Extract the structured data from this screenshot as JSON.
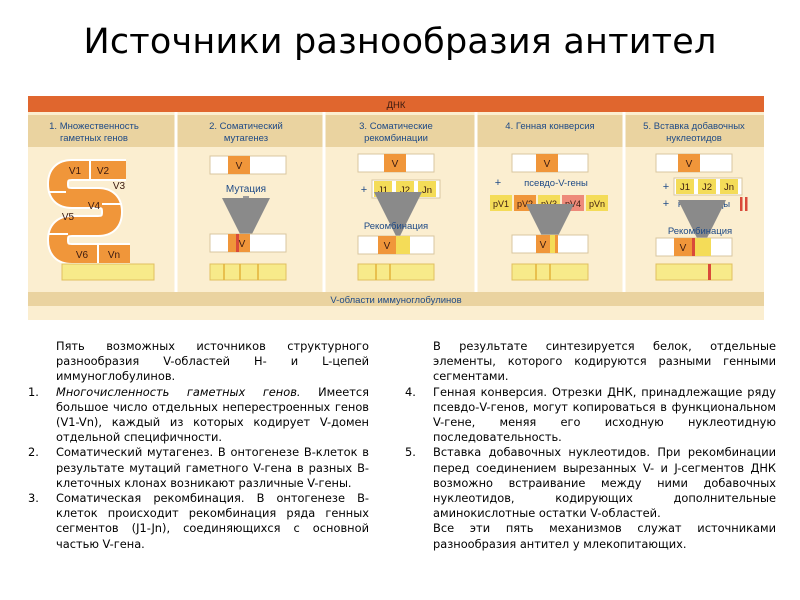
{
  "title": "Источники разнообразия антител",
  "figure": {
    "dna_label": "ДНК",
    "bottom_label": "V-области иммуноглобулинов",
    "colors": {
      "header_bar": "#e0662e",
      "panel_bg": "#fbeed0",
      "panel_header": "#ead3a0",
      "segment_orange": "#f0963a",
      "segment_red": "#d94a3a",
      "segment_yellow": "#f4dc58",
      "segment_pink": "#ee8a7a",
      "protein_yellow": "#f7ea8a",
      "text_blue": "#1e4a86"
    },
    "panels": [
      {
        "header": [
          "1. Множественность",
          "гаметных генов"
        ],
        "segments": [
          "V1",
          "V2",
          "V3",
          "V4",
          "V5",
          "V6",
          "Vn"
        ]
      },
      {
        "header": [
          "2. Соматический",
          "мутагенез"
        ],
        "v_label": "V",
        "mutation_label": "Мутация",
        "mutated_label": "V"
      },
      {
        "header": [
          "3. Соматические",
          "рекомбинации"
        ],
        "v_label": "V",
        "plus": "+",
        "j_segments": [
          "J1",
          "J2",
          "Jn"
        ],
        "recombination_label": "Рекомбинация",
        "result_label": "V"
      },
      {
        "header": [
          "4. Генная конверсия"
        ],
        "v_label": "V",
        "plus": "+",
        "pseudo_label": "псевдо-V-гены",
        "pseudo_segments": [
          "pV1",
          "pV2",
          "pV3",
          "pV4",
          "pVn"
        ],
        "result_label": "V"
      },
      {
        "header": [
          "5. Вставка добавочных",
          "нуклеотидов"
        ],
        "v_label": "V",
        "plus": "+",
        "j_segments": [
          "J1",
          "J2",
          "Jn"
        ],
        "plus2": "+",
        "nucleotides_label": "нуклеотиды",
        "recombination_label": "Рекомбинация",
        "result_label": "V"
      }
    ]
  },
  "left_column": {
    "intro": "Пять возможных источников структурного разнообразия V-областей H- и L-цепей иммуноглобулинов.",
    "items": [
      {
        "num": "1.",
        "lead": "Многочисленность гаметных генов.",
        "text": " Имеется большое число отдельных неперестроенных генов (V1-Vn), каждый из которых кодирует V-домен отдельной специфичности."
      },
      {
        "num": "2.",
        "lead": "",
        "text": "Соматический мутагенез. В онтогенезе В-клеток в результате мутаций гаметного V-гена в разных В-клеточных клонах возникают различные V-гены."
      },
      {
        "num": "3.",
        "lead": "",
        "text": "Соматическая рекомбинация. В онтогенезе В-клеток происходит рекомбинация ряда генных сегментов (J1-Jn), соединяющихся с основной частью V-гена."
      }
    ]
  },
  "right_column": {
    "intro": "В результате синтезируется белок, отдельные элементы, которого кодируются разными генными сегментами.",
    "items": [
      {
        "num": "4.",
        "text": " Генная конверсия. Отрезки ДНК, принадлежащие ряду псевдо-V-генов, могут копироваться в функциональном V-гене, меняя его исходную нуклеотидную последовательность."
      },
      {
        "num": "5.",
        "text": "Вставка добавочных нуклеотидов. При рекомбинации перед соединением вырезанных V- и J-сегментов ДНК возможно встраивание между ними добавочных нуклеотидов, кодирующих дополнительные аминокислотные остатки V-областей."
      }
    ],
    "outro": "Все эти пять механизмов служат источниками разнообразия антител у млекопитающих."
  }
}
